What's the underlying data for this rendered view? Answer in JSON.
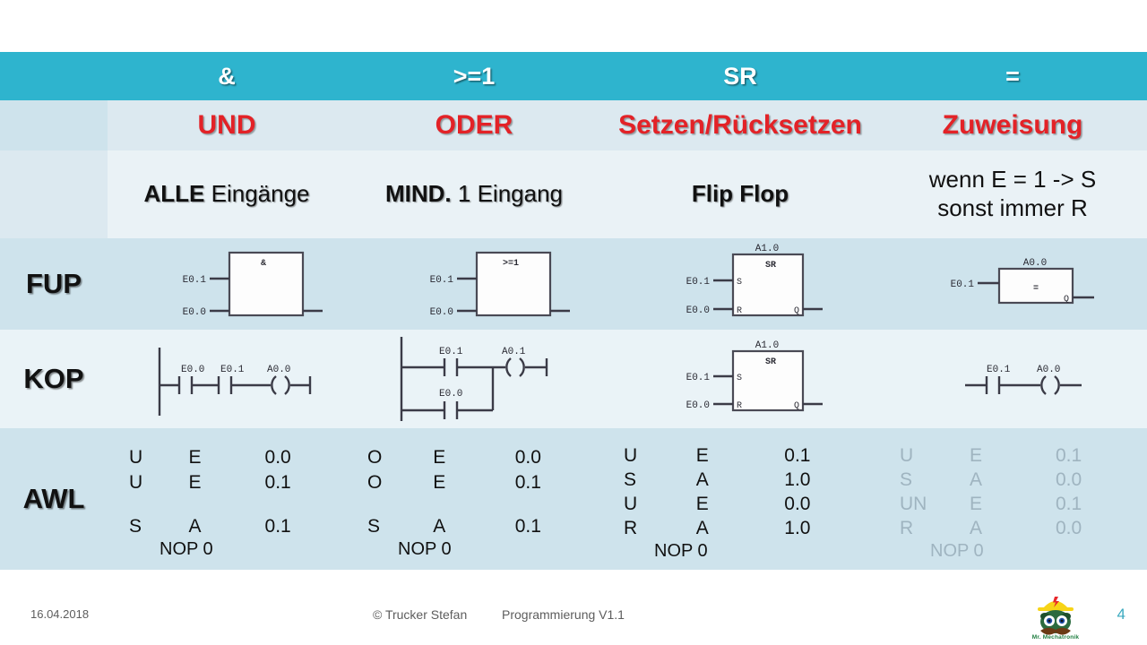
{
  "header": {
    "label_blank": "",
    "columns": [
      {
        "symbol": "&",
        "name": "UND",
        "desc_bold": "ALLE",
        "desc_rest": " Eingänge"
      },
      {
        "symbol": ">=1",
        "name": "ODER",
        "desc_bold": "MIND.",
        "desc_rest": " 1 Eingang"
      },
      {
        "symbol": "SR",
        "name": "Setzen/Rücksetzen",
        "desc_bold": "Flip Flop",
        "desc_rest": ""
      },
      {
        "symbol": "=",
        "name": "Zuweisung",
        "desc_line1": "wenn E = 1 -> S",
        "desc_line2": "sonst immer R"
      }
    ]
  },
  "rows": {
    "fup": "FUP",
    "kop": "KOP",
    "awl": "AWL"
  },
  "fup": {
    "and": {
      "in1": "E0.1",
      "in2": "E0.0",
      "block": "&"
    },
    "or": {
      "in1": "E0.1",
      "in2": "E0.0",
      "block": ">=1"
    },
    "sr": {
      "in1": "E0.1",
      "in2": "E0.0",
      "block": "SR",
      "top": "A1.0",
      "pin_s": "S",
      "pin_r": "R",
      "pin_q": "Q"
    },
    "assign": {
      "in1": "E0.1",
      "block": "=",
      "top": "A0.0",
      "pin_q": "Q"
    }
  },
  "kop": {
    "and": {
      "c1": "E0.0",
      "c2": "E0.1",
      "coil": "A0.0"
    },
    "or": {
      "c1": "E0.1",
      "c2": "E0.0",
      "coil": "A0.1"
    },
    "sr": {
      "in1": "E0.1",
      "in2": "E0.0",
      "block": "SR",
      "top": "A1.0",
      "pin_s": "S",
      "pin_r": "R",
      "pin_q": "Q"
    },
    "assign": {
      "c1": "E0.1",
      "coil": "A0.0"
    }
  },
  "awl": {
    "and": {
      "dim": false,
      "lines": [
        {
          "op": "U",
          "operand": "E",
          "addr": "0.0"
        },
        {
          "op": "U",
          "operand": "E",
          "addr": "0.1"
        },
        {
          "blank": true
        },
        {
          "op": "S",
          "operand": "A",
          "addr": "0.1"
        }
      ],
      "nop": "NOP 0"
    },
    "or": {
      "dim": false,
      "lines": [
        {
          "op": "O",
          "operand": "E",
          "addr": "0.0"
        },
        {
          "op": "O",
          "operand": "E",
          "addr": "0.1"
        },
        {
          "blank": true
        },
        {
          "op": "S",
          "operand": "A",
          "addr": "0.1"
        }
      ],
      "nop": "NOP 0"
    },
    "sr": {
      "dim": false,
      "lines": [
        {
          "op": "U",
          "operand": "E",
          "addr": "0.1"
        },
        {
          "op": "S",
          "operand": "A",
          "addr": "1.0"
        },
        {
          "op": "U",
          "operand": "E",
          "addr": "0.0"
        },
        {
          "op": "R",
          "operand": "A",
          "addr": "1.0"
        }
      ],
      "nop": "NOP 0"
    },
    "assign": {
      "dim": true,
      "lines": [
        {
          "op": "U",
          "operand": "E",
          "addr": "0.1"
        },
        {
          "op": "S",
          "operand": "A",
          "addr": "0.0"
        },
        {
          "op": "UN",
          "operand": "E",
          "addr": "0.1"
        },
        {
          "op": "R",
          "operand": "A",
          "addr": "0.0"
        }
      ],
      "nop": "NOP 0"
    }
  },
  "footer": {
    "date": "16.04.2018",
    "copyright": "© Trucker Stefan",
    "program": "Programmierung  V1.1",
    "page": "4",
    "logo_name": "Mr. Mechatronik"
  },
  "colors": {
    "header_band": "#2eb4ce",
    "row_tint_a": "#cee3ec",
    "row_tint_b": "#eaf3f7",
    "accent_red": "#e32227",
    "page_number": "#3aa9bf"
  }
}
